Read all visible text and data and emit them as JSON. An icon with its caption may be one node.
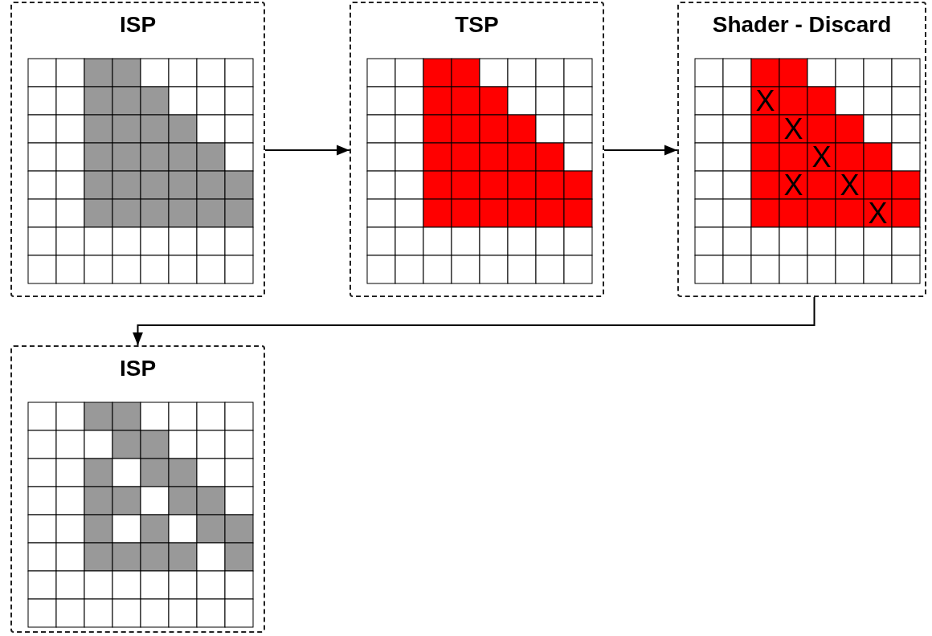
{
  "diagram": {
    "nodes": [
      {
        "text": [
          "ISP"
        ]
      },
      {
        "text": [
          "TSP"
        ]
      },
      {
        "text": [
          "Shader - Discard"
        ]
      },
      {
        "text": [
          "ISP"
        ]
      }
    ],
    "edges": [
      {
        "from": 0,
        "to": 1,
        "arrow": "to"
      },
      {
        "from": 1,
        "to": 2,
        "arrow": "to"
      },
      {
        "from": 2,
        "to": 3,
        "arrow": "to"
      }
    ],
    "labels": [
      "X",
      "X",
      "X",
      "X",
      "X",
      "X"
    ]
  }
}
